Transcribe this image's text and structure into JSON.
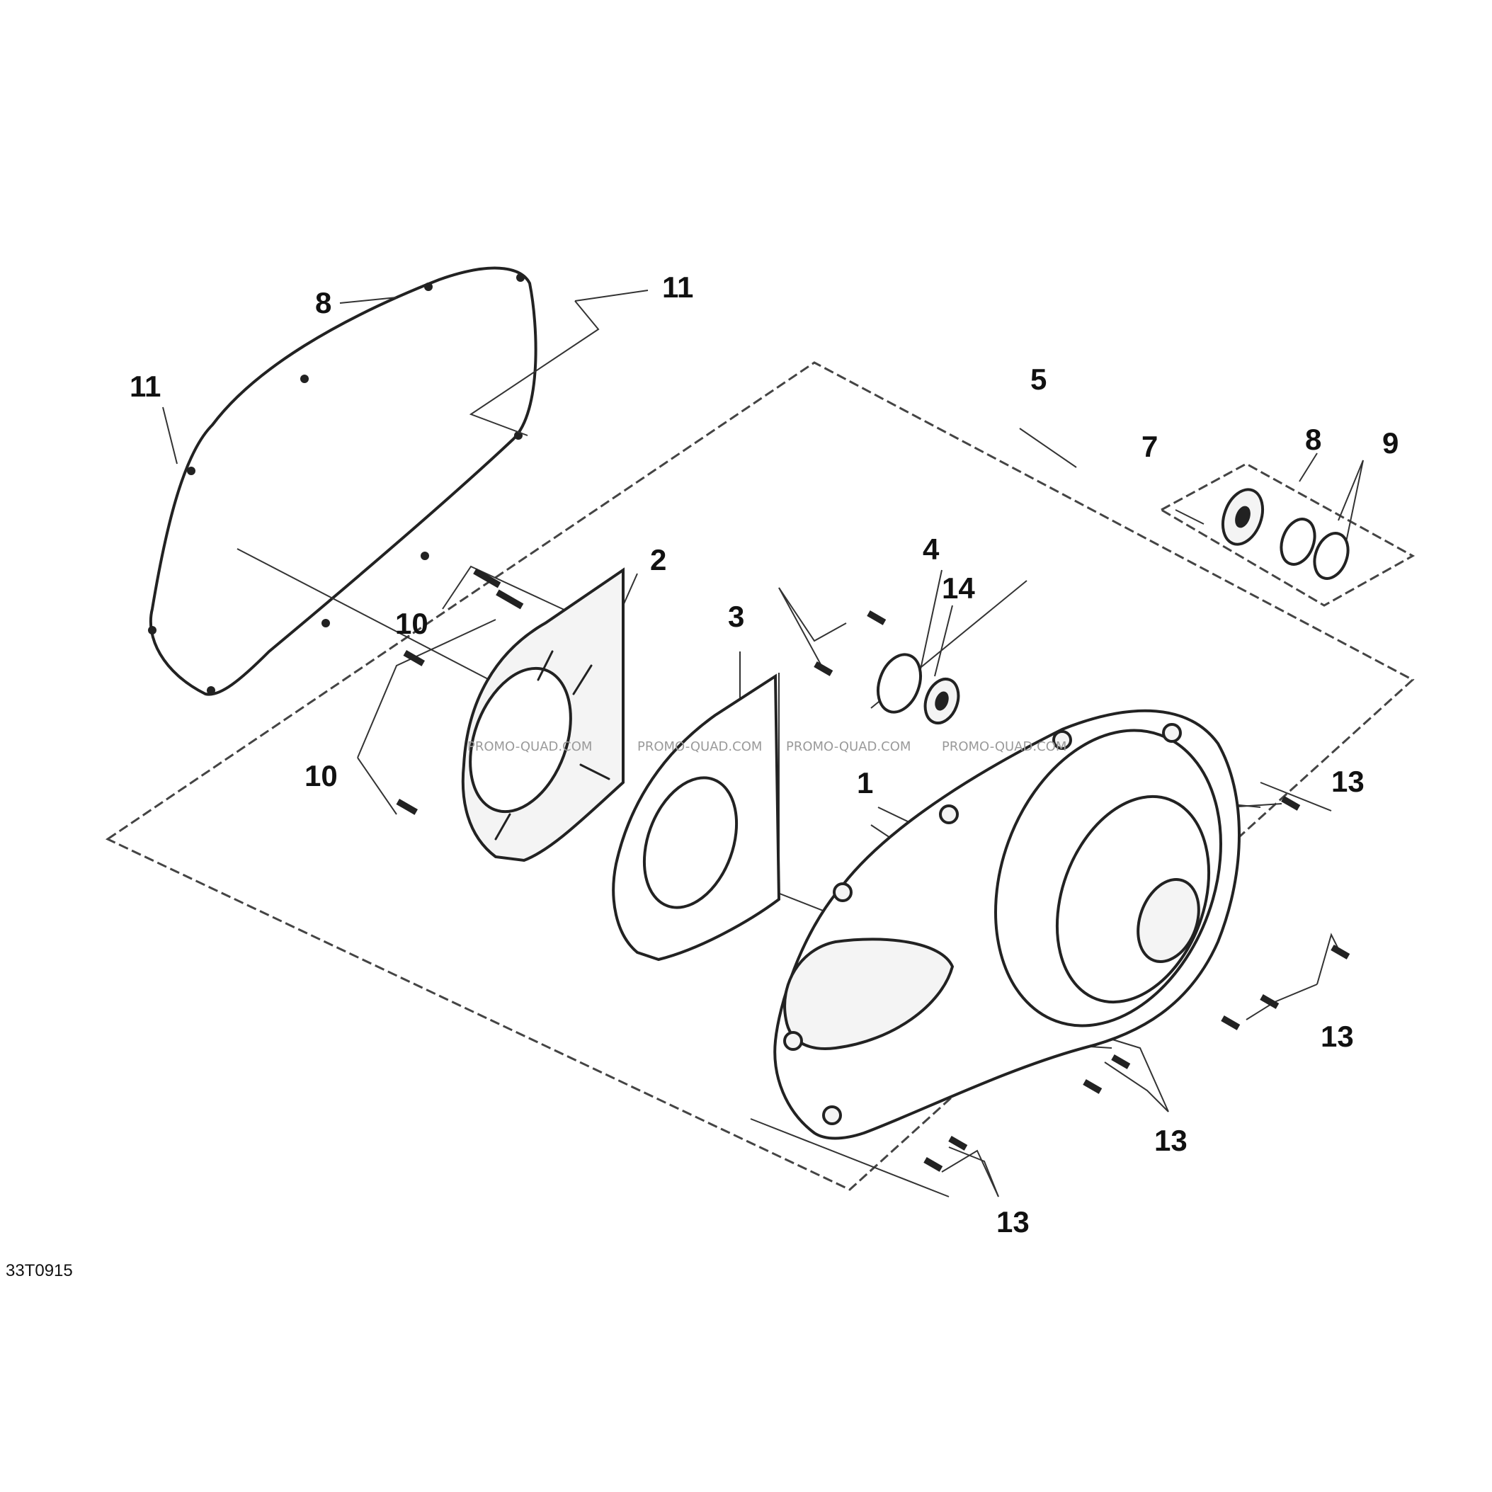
{
  "callouts": {
    "c1": "1",
    "c2": "2",
    "c3": "3",
    "c4": "4",
    "c5": "5",
    "c7": "7",
    "c8a": "8",
    "c8b": "8",
    "c9": "9",
    "c10a": "10",
    "c10b": "10",
    "c11a": "11",
    "c11b": "11",
    "c13a": "13",
    "c13b": "13",
    "c13c": "13",
    "c13d": "13",
    "c14": "14"
  },
  "watermark": "PROMO-QUAD.COM",
  "diagram_code": "33T0915"
}
